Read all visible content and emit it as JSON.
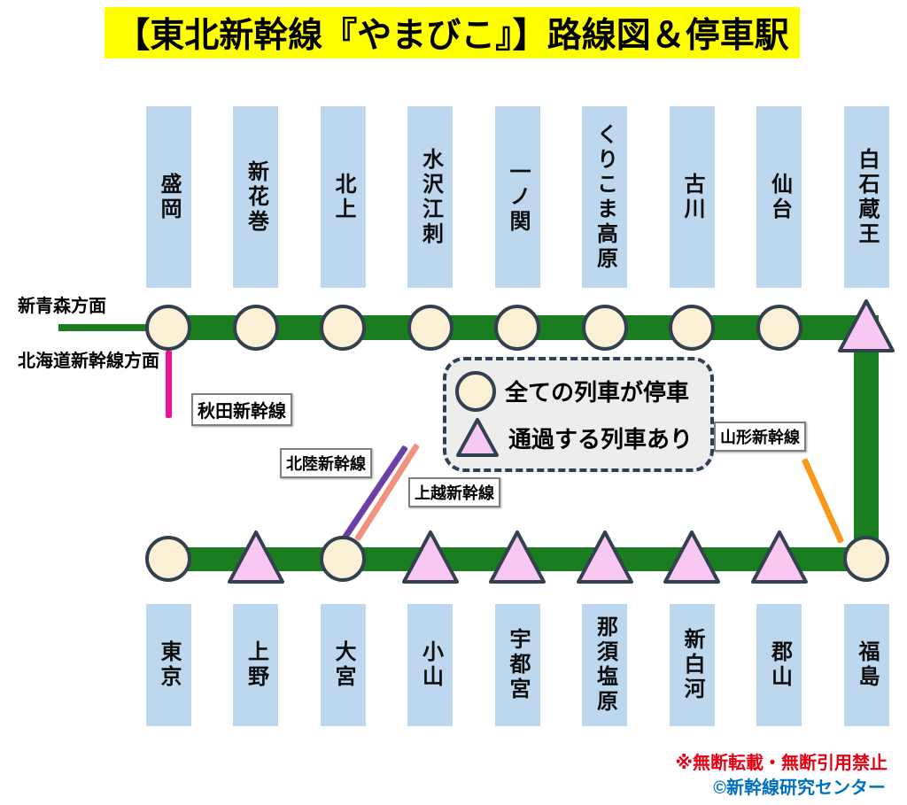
{
  "title": "【東北新幹線『やまびこ』】路線図＆停車駅",
  "stations": {
    "top": [
      {
        "name": "盛岡",
        "marker": "circle"
      },
      {
        "name": "新花巻",
        "marker": "circle"
      },
      {
        "name": "北上",
        "marker": "circle"
      },
      {
        "name": "水沢江刺",
        "marker": "circle"
      },
      {
        "name": "一ノ関",
        "marker": "circle"
      },
      {
        "name": "くりこま高原",
        "marker": "circle"
      },
      {
        "name": "古川",
        "marker": "circle"
      },
      {
        "name": "仙台",
        "marker": "circle"
      },
      {
        "name": "白石蔵王",
        "marker": "triangle"
      }
    ],
    "bottom": [
      {
        "name": "東京",
        "marker": "circle"
      },
      {
        "name": "上野",
        "marker": "triangle"
      },
      {
        "name": "大宮",
        "marker": "circle"
      },
      {
        "name": "小山",
        "marker": "triangle"
      },
      {
        "name": "宇都宮",
        "marker": "triangle"
      },
      {
        "name": "那須塩原",
        "marker": "triangle"
      },
      {
        "name": "新白河",
        "marker": "triangle"
      },
      {
        "name": "郡山",
        "marker": "triangle"
      },
      {
        "name": "福島",
        "marker": "circle"
      }
    ]
  },
  "directions": {
    "shin_aomori": "新青森方面",
    "hokkaido": "北海道新幹線方面"
  },
  "branch_lines": [
    {
      "name": "秋田新幹線",
      "color": "#EE1390"
    },
    {
      "name": "北陸新幹線",
      "color": "#6B3FA6"
    },
    {
      "name": "上越新幹線",
      "color": "#F19180"
    },
    {
      "name": "山形新幹線",
      "color": "#F8981D"
    }
  ],
  "legend": {
    "stop_all": "全ての列車が停車",
    "pass_some": "通過する列車あり"
  },
  "credits": {
    "notice": "※無断転載・無断引用禁止",
    "copyright": "©新幹線研究センター"
  },
  "colors": {
    "route_green": "#1A7D20",
    "station_bar_blue": "#BDD7EE",
    "stop_marker_cream": "#FAF0D5",
    "pass_marker_pink": "#F8C8F2",
    "marker_border": "#32404F",
    "title_yellow": "#FFFF00",
    "legend_bg": "#EDEDED",
    "legend_border": "#2E4057",
    "notice_red": "#E60012",
    "copyright_blue": "#0070C0"
  }
}
